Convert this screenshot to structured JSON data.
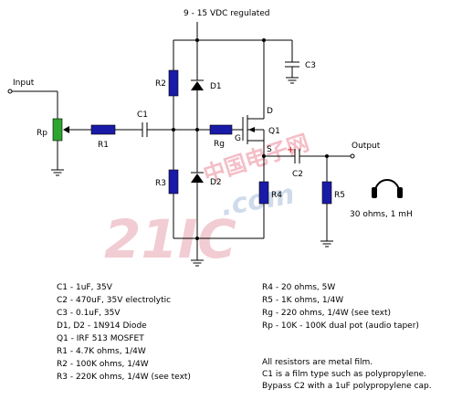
{
  "supply": "9 - 15 VDC regulated",
  "components": {
    "c3": "C3",
    "r2": "R2",
    "d1": "D1",
    "d2": "D2",
    "r3": "R3",
    "c1": "C1",
    "r1": "R1",
    "rp": "Rp",
    "rg": "Rg",
    "q1": "Q1",
    "c2": "C2",
    "r4": "R4",
    "r5": "R5"
  },
  "pins": {
    "d": "D",
    "g": "G",
    "s": "S",
    "plus": "+"
  },
  "io": {
    "input": "Input",
    "output": "Output"
  },
  "headphones": "30 ohms, 1 mH",
  "watermark": {
    "line1": "中国电子网",
    "line2": "21IC",
    "line3": ".com"
  },
  "parts_left": [
    "C1  -  1uF, 35V",
    "C2  -  470uF, 35V electrolytic",
    "C3  -  0.1uF, 35V",
    "D1, D2  -  1N914 Diode",
    "Q1  -  IRF 513 MOSFET",
    "R1  -  4.7K ohms, 1/4W",
    "R2  -  100K ohms, 1/4W",
    "R3  -  220K ohms, 1/4W (see text)"
  ],
  "parts_right": [
    "R4  -  20 ohms, 5W",
    "R5  -  1K ohms, 1/4W",
    "Rg  -  220 ohms, 1/4W  (see text)",
    "Rp  -  10K - 100K dual pot (audio taper)"
  ],
  "notes": [
    "All resistors are metal film.",
    "C1 is a film type such as polypropylene.",
    "Bypass C2 with a 1uF polypropylene cap."
  ]
}
